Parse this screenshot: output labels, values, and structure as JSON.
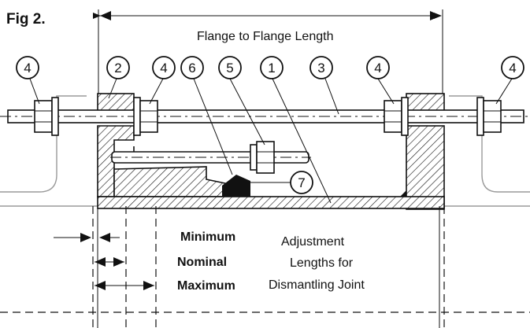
{
  "figure_label": "Fig 2.",
  "overall_dimension_label": "Flange to Flange Length",
  "callouts": {
    "c1": "1",
    "c2": "2",
    "c3": "3",
    "c4": "4",
    "c5": "5",
    "c6": "6",
    "c7": "7"
  },
  "adjustment": {
    "minimum": "Minimum",
    "nominal": "Nominal",
    "maximum": "Maximum",
    "caption_line1": "Adjustment",
    "caption_line2": "Lengths for",
    "caption_line3": "Dismantling Joint"
  }
}
